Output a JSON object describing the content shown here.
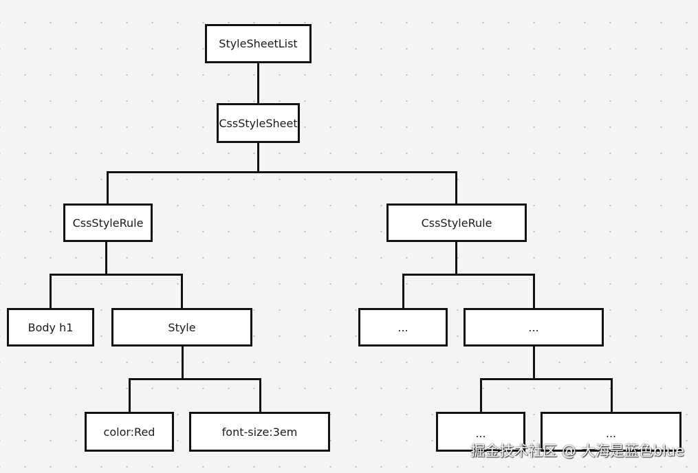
{
  "diagram": {
    "nodes": [
      {
        "id": "stylesheetlist",
        "label": "StyleSheetList"
      },
      {
        "id": "cssstylesheet",
        "label": "CssStyleSheet"
      },
      {
        "id": "cssstylerule-left",
        "label": "CssStyleRule"
      },
      {
        "id": "cssstylerule-right",
        "label": "CssStyleRule"
      },
      {
        "id": "body-h1",
        "label": "Body h1"
      },
      {
        "id": "style",
        "label": "Style"
      },
      {
        "id": "ellipsis-1",
        "label": "..."
      },
      {
        "id": "ellipsis-2",
        "label": "..."
      },
      {
        "id": "color-red",
        "label": "color:Red"
      },
      {
        "id": "font-size-3em",
        "label": "font-size:3em"
      },
      {
        "id": "ellipsis-3",
        "label": "..."
      },
      {
        "id": "ellipsis-4",
        "label": "..."
      }
    ],
    "edges": [
      {
        "from": "stylesheetlist",
        "to": "cssstylesheet"
      },
      {
        "from": "cssstylesheet",
        "to": "cssstylerule-left"
      },
      {
        "from": "cssstylesheet",
        "to": "cssstylerule-right"
      },
      {
        "from": "cssstylerule-left",
        "to": "body-h1"
      },
      {
        "from": "cssstylerule-left",
        "to": "style"
      },
      {
        "from": "cssstylerule-right",
        "to": "ellipsis-1"
      },
      {
        "from": "cssstylerule-right",
        "to": "ellipsis-2"
      },
      {
        "from": "style",
        "to": "color-red"
      },
      {
        "from": "style",
        "to": "font-size-3em"
      },
      {
        "from": "ellipsis-2",
        "to": "ellipsis-3"
      },
      {
        "from": "ellipsis-2",
        "to": "ellipsis-4"
      }
    ]
  },
  "watermark": "掘金技术社区 @ 大海是蓝色blue"
}
